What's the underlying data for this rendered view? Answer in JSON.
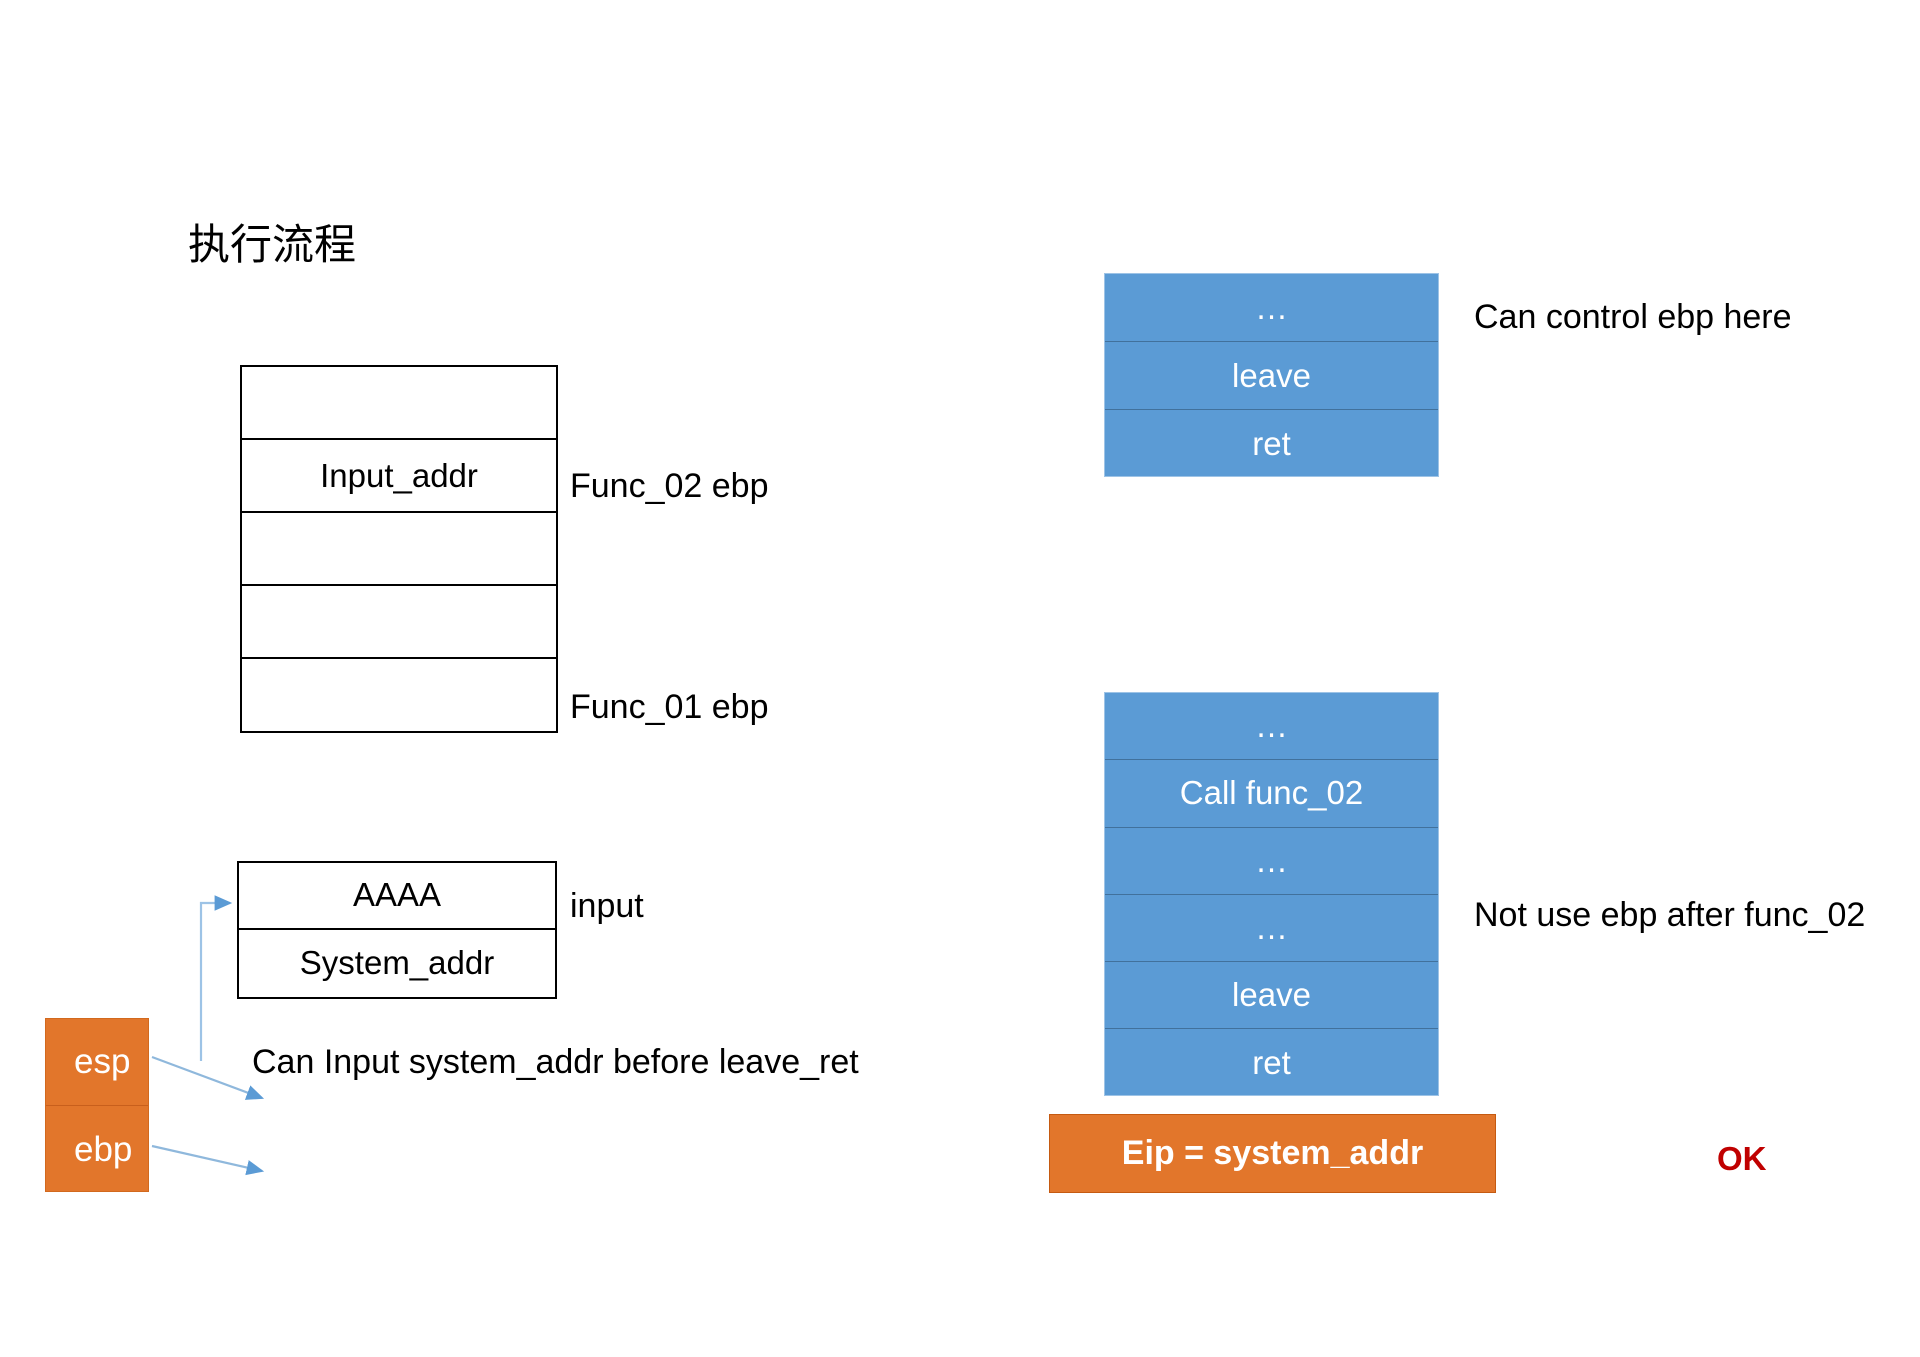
{
  "slide": {
    "title": "执行流程",
    "background": "#FFFFFF"
  },
  "colors": {
    "blue_block": "#5B9BD5",
    "blue_border": "#41719C",
    "orange_block": "#E2762B",
    "ok_red": "#C00000",
    "outline_black": "#000000",
    "connector_blue": "#9DC3E6"
  },
  "func_stack": {
    "name": "Func stack frame",
    "cells": [
      {
        "text": ""
      },
      {
        "text": "Input_addr"
      },
      {
        "text": ""
      },
      {
        "text": ""
      },
      {
        "text": ""
      }
    ],
    "labels": {
      "func_02_ebp": "Func_02 ebp",
      "func_01_ebp": "Func_01 ebp"
    }
  },
  "input_stack": {
    "name": "Attacker input buffer",
    "cells": [
      {
        "text": "AAAA"
      },
      {
        "text": "System_addr"
      }
    ],
    "label": "input"
  },
  "registers": {
    "esp": "esp",
    "ebp": "ebp"
  },
  "annotations": {
    "can_input_system_addr": "Can Input system_addr before leave_ret",
    "can_control_ebp_here": "Can control ebp here",
    "not_use_ebp_after_func_02": "Not use ebp after func_02",
    "ok": "OK"
  },
  "blue_block_top": {
    "name": "func_02 epilogue",
    "rows": [
      "…",
      "leave",
      "ret"
    ]
  },
  "blue_block_bottom": {
    "name": "func_01 body and epilogue",
    "rows": [
      "…",
      "Call func_02",
      "…",
      "…",
      "leave",
      "ret"
    ]
  },
  "eip_bar": {
    "text": "Eip = system_addr"
  }
}
